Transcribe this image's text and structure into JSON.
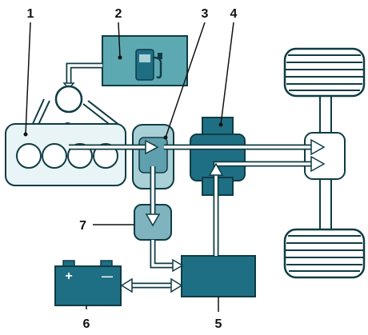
{
  "callouts": [
    {
      "id": "1",
      "text": "1"
    },
    {
      "id": "2",
      "text": "2"
    },
    {
      "id": "3",
      "text": "3"
    },
    {
      "id": "4",
      "text": "4"
    },
    {
      "id": "5",
      "text": "5"
    },
    {
      "id": "6",
      "text": "6"
    },
    {
      "id": "7",
      "text": "7"
    }
  ],
  "battery": {
    "plus": "+",
    "minus": "—"
  },
  "colors": {
    "engine_fill": "#e8f4f6",
    "light_teal": "#a9cfd7",
    "mid_teal": "#5f9fae",
    "dark_teal": "#1f6f84",
    "tank_fill": "#5da9b2",
    "stroke": "#0f3c45"
  },
  "icons": [
    "fuel-pump-icon",
    "plus-icon",
    "minus-icon"
  ]
}
